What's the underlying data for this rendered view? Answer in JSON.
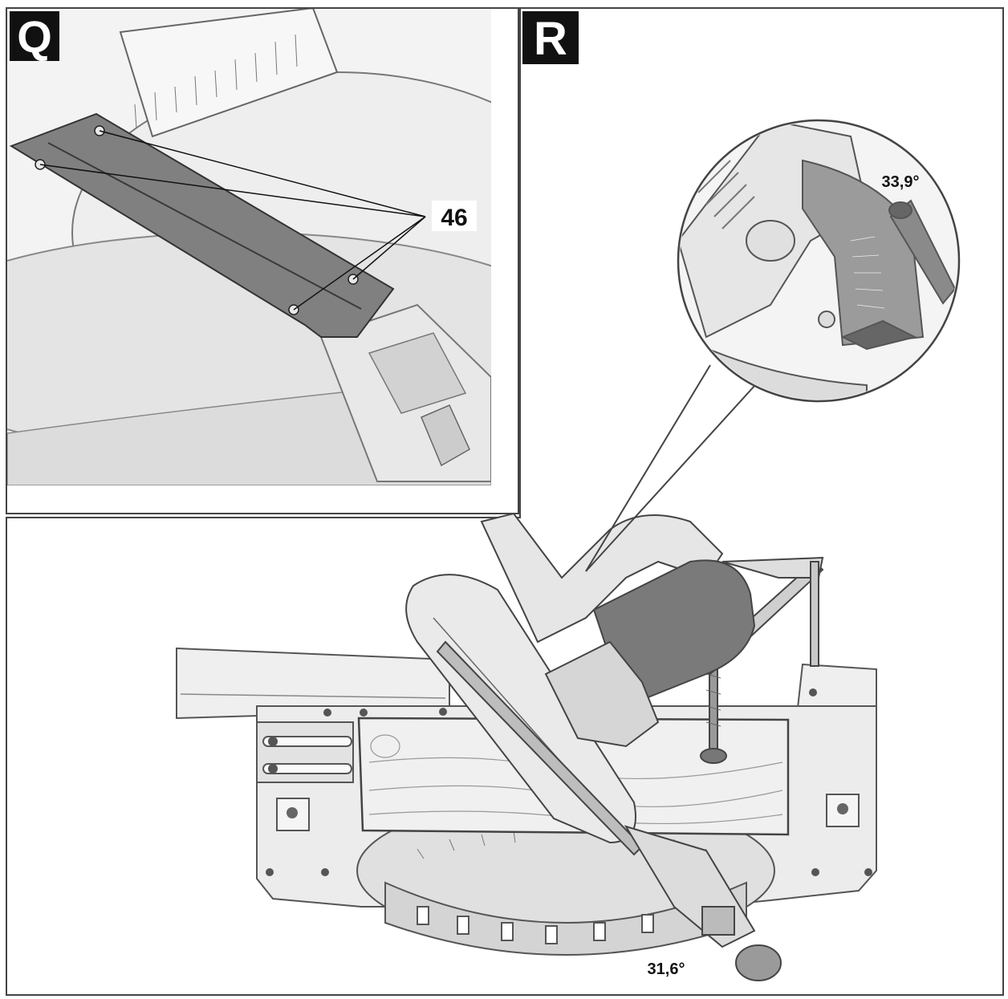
{
  "panels": {
    "q": {
      "badge": "Q",
      "callout": "46"
    },
    "r": {
      "badge": "R",
      "bevel_angle": "33,9°",
      "miter_angle": "31,6°"
    }
  },
  "colors": {
    "line": "#555555",
    "light_fill": "#ececec",
    "mid_fill": "#d6d6d6",
    "dark_fill": "#8a8a8a",
    "plate_fill": "#7d7d7d",
    "badge_bg": "#111111"
  }
}
